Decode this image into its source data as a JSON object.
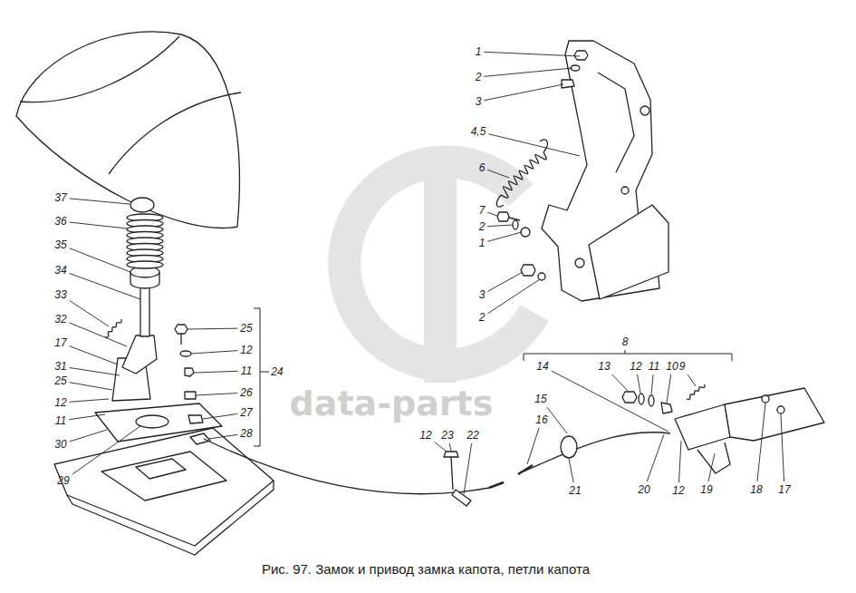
{
  "diagram": {
    "caption": "Рис. 97. Замок и привод замка капота, петли капота",
    "labels": [
      "1",
      "2",
      "3",
      "4,5",
      "6",
      "7",
      "2",
      "1",
      "3",
      "2",
      "37",
      "36",
      "35",
      "34",
      "33",
      "32",
      "17",
      "31",
      "25",
      "12",
      "11",
      "30",
      "29",
      "25",
      "12",
      "11",
      "26",
      "27",
      "28",
      "24",
      "12",
      "23",
      "22",
      "21",
      "8",
      "14",
      "13",
      "12",
      "11",
      "10",
      "9",
      "15",
      "16",
      "20",
      "12",
      "19",
      "18",
      "17",
      "data-parts"
    ]
  }
}
